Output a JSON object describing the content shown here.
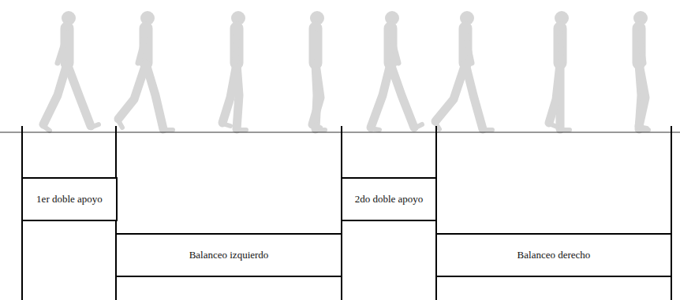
{
  "diagram": {
    "nodes": [
      {
        "text": [
          "1er doble apoyo"
        ]
      },
      {
        "text": [
          "Balanceo izquierdo"
        ]
      },
      {
        "text": [
          "2do doble apoyo"
        ]
      },
      {
        "text": [
          "Balanceo derecho"
        ]
      }
    ]
  }
}
